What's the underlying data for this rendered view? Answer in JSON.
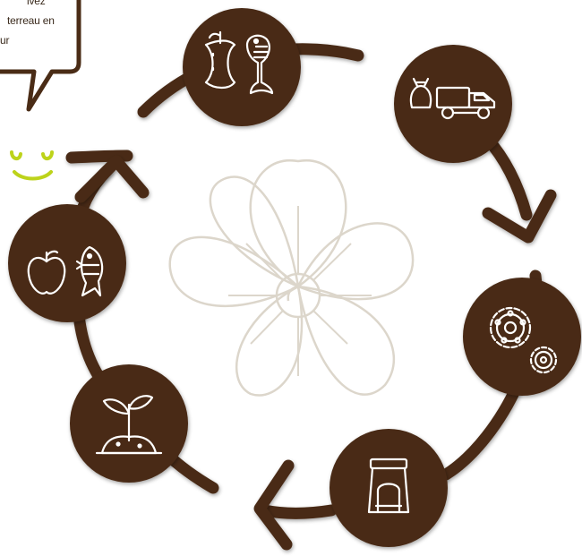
{
  "speech_bubble": {
    "lines": [
      "ivez",
      "terreau en",
      "ur"
    ]
  },
  "colors": {
    "brown": "#4a2c16",
    "brown_mid": "#5a3619",
    "smile": "#bdd31b",
    "flower_stroke": "#dcd6cb",
    "icon": "#ffffff"
  },
  "steps": [
    {
      "icon": "food-scraps-icon"
    },
    {
      "icon": "collection-truck-icon"
    },
    {
      "icon": "processing-gears-icon"
    },
    {
      "icon": "compost-bin-icon"
    },
    {
      "icon": "sprout-icon"
    },
    {
      "icon": "apple-fish-icon"
    }
  ]
}
